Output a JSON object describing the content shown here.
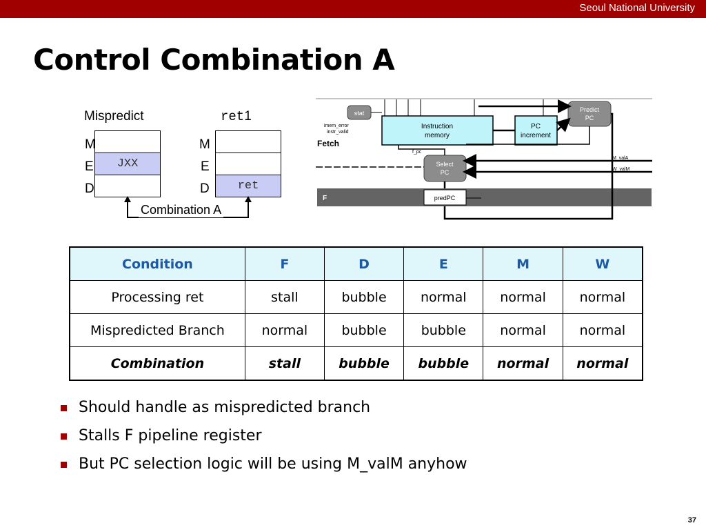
{
  "header": {
    "university": "Seoul National University"
  },
  "slide": {
    "title": "Control Combination A",
    "page_number": "37"
  },
  "pipeline_left": {
    "label": "Mispredict",
    "stages": [
      "M",
      "E",
      "D"
    ],
    "cells": {
      "m": "",
      "e": "JXX",
      "d": ""
    },
    "caption": "Combination A"
  },
  "pipeline_right": {
    "label_code": "ret",
    "label_num": "1",
    "stages": [
      "M",
      "E",
      "D"
    ],
    "cells": {
      "m": "",
      "e": "",
      "d": "ret"
    }
  },
  "fetch_diagram": {
    "stat": "stat",
    "imem_error": "imem_error",
    "instr_valid": "instr_valid",
    "fetch": "Fetch",
    "instr_mem_1": "Instruction",
    "instr_mem_2": "memory",
    "pc_inc_1": "PC",
    "pc_inc_2": "increment",
    "predict_1": "Predict",
    "predict_2": "PC",
    "f_pc": "f_pc",
    "select_1": "Select",
    "select_2": "PC",
    "m_valA": "M_valA",
    "w_valM": "W_valM",
    "f_reg": "F",
    "pred_pc": "predPC"
  },
  "table": {
    "headers": [
      "Condition",
      "F",
      "D",
      "E",
      "M",
      "W"
    ],
    "rows": [
      [
        "Processing ret",
        "stall",
        "bubble",
        "normal",
        "normal",
        "normal"
      ],
      [
        "Mispredicted Branch",
        "normal",
        "bubble",
        "bubble",
        "normal",
        "normal"
      ],
      [
        "Combination",
        "stall",
        "bubble",
        "bubble",
        "normal",
        "normal"
      ]
    ]
  },
  "bullets": [
    "Should handle as mispredicted branch",
    "Stalls F pipeline register",
    "But PC selection logic will be using M_valM anyhow"
  ],
  "colors": {
    "accent": "#a00000",
    "header_text": "#1c5aa6",
    "header_bg": "#dff6fb",
    "cell_highlight": "#c9ccf5"
  }
}
